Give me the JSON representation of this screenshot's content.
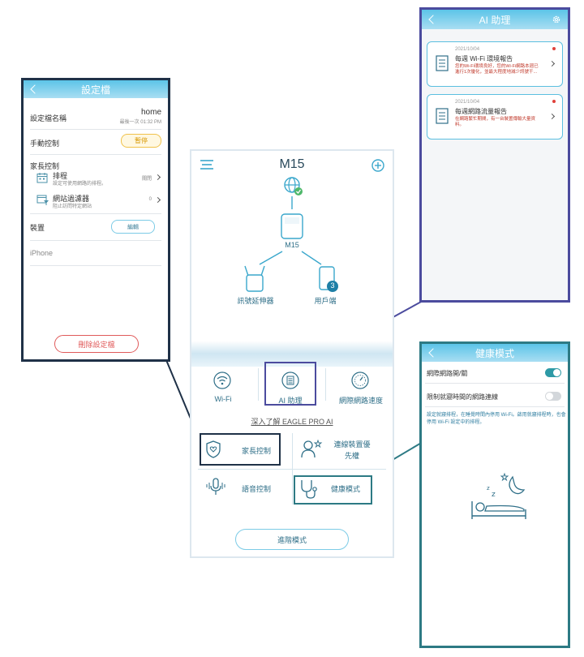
{
  "settings": {
    "header_title": "設定檔",
    "profile_name_label": "設定檔名稱",
    "profile_name_value": "home",
    "last_time": "最後一次 01:32 PM",
    "manual_control_label": "手動控制",
    "pause_label": "暫停",
    "parental_label": "家長控制",
    "schedule_title": "排程",
    "schedule_desc": "設定可使用網路的排程。",
    "schedule_value": "關閉",
    "filter_title": "網站過濾器",
    "filter_desc": "阻止訪問特定網站",
    "filter_value": "0",
    "devices_label": "裝置",
    "edit_label": "編輯",
    "device_name": "iPhone",
    "delete_label": "刪除設定檔"
  },
  "main": {
    "title": "M15",
    "globe_caption": "",
    "router_label": "M15",
    "extender_label": "訊號延伸器",
    "clients_label": "用戶端",
    "clients_count": "3",
    "wifi_label": "Wi-Fi",
    "ai_label": "AI 助理",
    "speed_label": "網際網路速度",
    "learn_more": "深入了解 EAGLE PRO AI",
    "parental_label": "家長控制",
    "priority_label_1": "連線裝置優",
    "priority_label_2": "先權",
    "voice_label": "語音控制",
    "health_label": "健康模式",
    "advanced_label": "進階模式"
  },
  "ai": {
    "header_title": "AI 助理",
    "cards": [
      {
        "date": "2021/10/04",
        "title": "每週 Wi-Fi 環境報告",
        "desc": "您的Wi-Fi環境良好，您的Wi-Fi網路本週已進行1次優化，並最大程度地減少訊號干..."
      },
      {
        "date": "2021/10/04",
        "title": "每週網路流量報告",
        "desc": "在網路繁忙期間，有一台裝置傳輸大量資料。"
      }
    ]
  },
  "health": {
    "header_title": "健康模式",
    "toggle1_label": "網際網路開/關",
    "toggle1_on": true,
    "toggle2_label": "限制就寢時間的網路連線",
    "toggle2_on": false,
    "description": "設定就寢排程，在睡覺時間內停用 Wi-Fi。啟用就寢排程時，也會停用 Wi-Fi 設定中的排程。"
  },
  "colors": {
    "accent": "#3aa7cc",
    "settings_frame": "#1f3147",
    "ai_frame": "#4b4b9e",
    "health_frame": "#2d7a84",
    "toggle_on": "#2e9aa6",
    "toggle_off": "#d3d7db",
    "delete_red": "#e05a5a"
  }
}
